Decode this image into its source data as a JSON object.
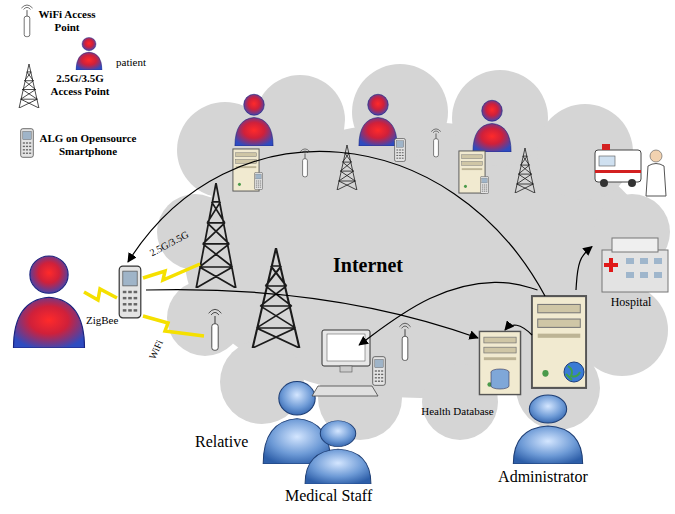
{
  "diagram": {
    "nodes": [
      {
        "text": [
          "Hospital"
        ]
      },
      {
        "text": [
          "Health Database"
        ]
      },
      {
        "text": [
          "Administrator"
        ]
      },
      {
        "text": [
          "Relative",
          "Medical Staff"
        ]
      }
    ],
    "edges": [
      {
        "from": 2,
        "to": 0,
        "arrow": "to"
      },
      {
        "from": 2,
        "to": 3,
        "arrow": "to"
      }
    ],
    "labels": [
      "Internet",
      "ZigBee",
      "WiFi",
      "2.5G/3.5G"
    ],
    "legend": [
      {
        "text": "WiFi Access Point"
      },
      {
        "text": "2.5G/3.5G Access Point"
      },
      {
        "text": "ALG on Opensource Smartphone"
      },
      {
        "text": "patient"
      }
    ]
  }
}
